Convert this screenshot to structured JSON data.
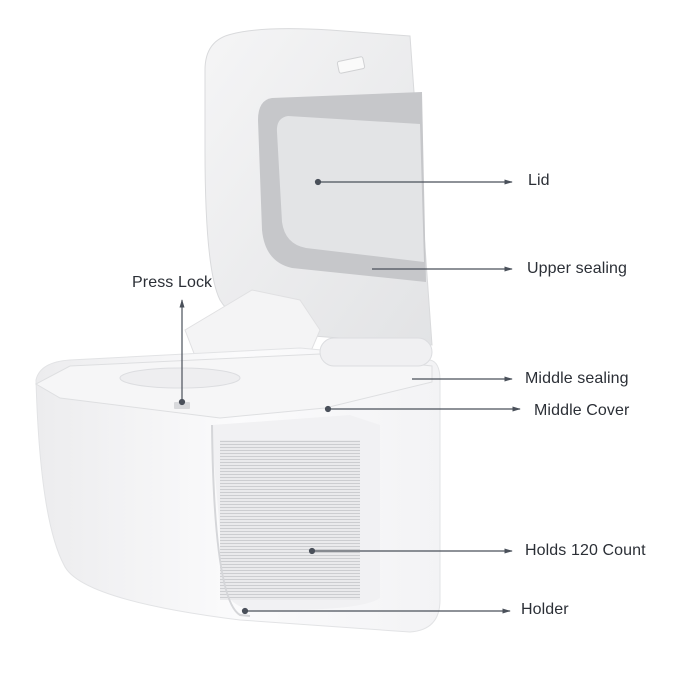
{
  "diagram": {
    "subject": "Wipes dispenser with open lid (cutaway)",
    "colors": {
      "leader_line": "#4a505a",
      "label_text": "#2b2f36",
      "body_white": "#f7f7f8",
      "lid_gray": "#c9cacd",
      "lid_inner": "#e4e5e7",
      "wipes_stack": "#dcdde0"
    },
    "callouts": [
      {
        "id": "lid",
        "label": "Lid"
      },
      {
        "id": "upper-sealing",
        "label": "Upper sealing"
      },
      {
        "id": "press-lock",
        "label": "Press Lock"
      },
      {
        "id": "middle-sealing",
        "label": "Middle sealing"
      },
      {
        "id": "middle-cover",
        "label": "Middle Cover"
      },
      {
        "id": "holds-count",
        "label": "Holds 120 Count"
      },
      {
        "id": "holder",
        "label": "Holder"
      }
    ]
  }
}
